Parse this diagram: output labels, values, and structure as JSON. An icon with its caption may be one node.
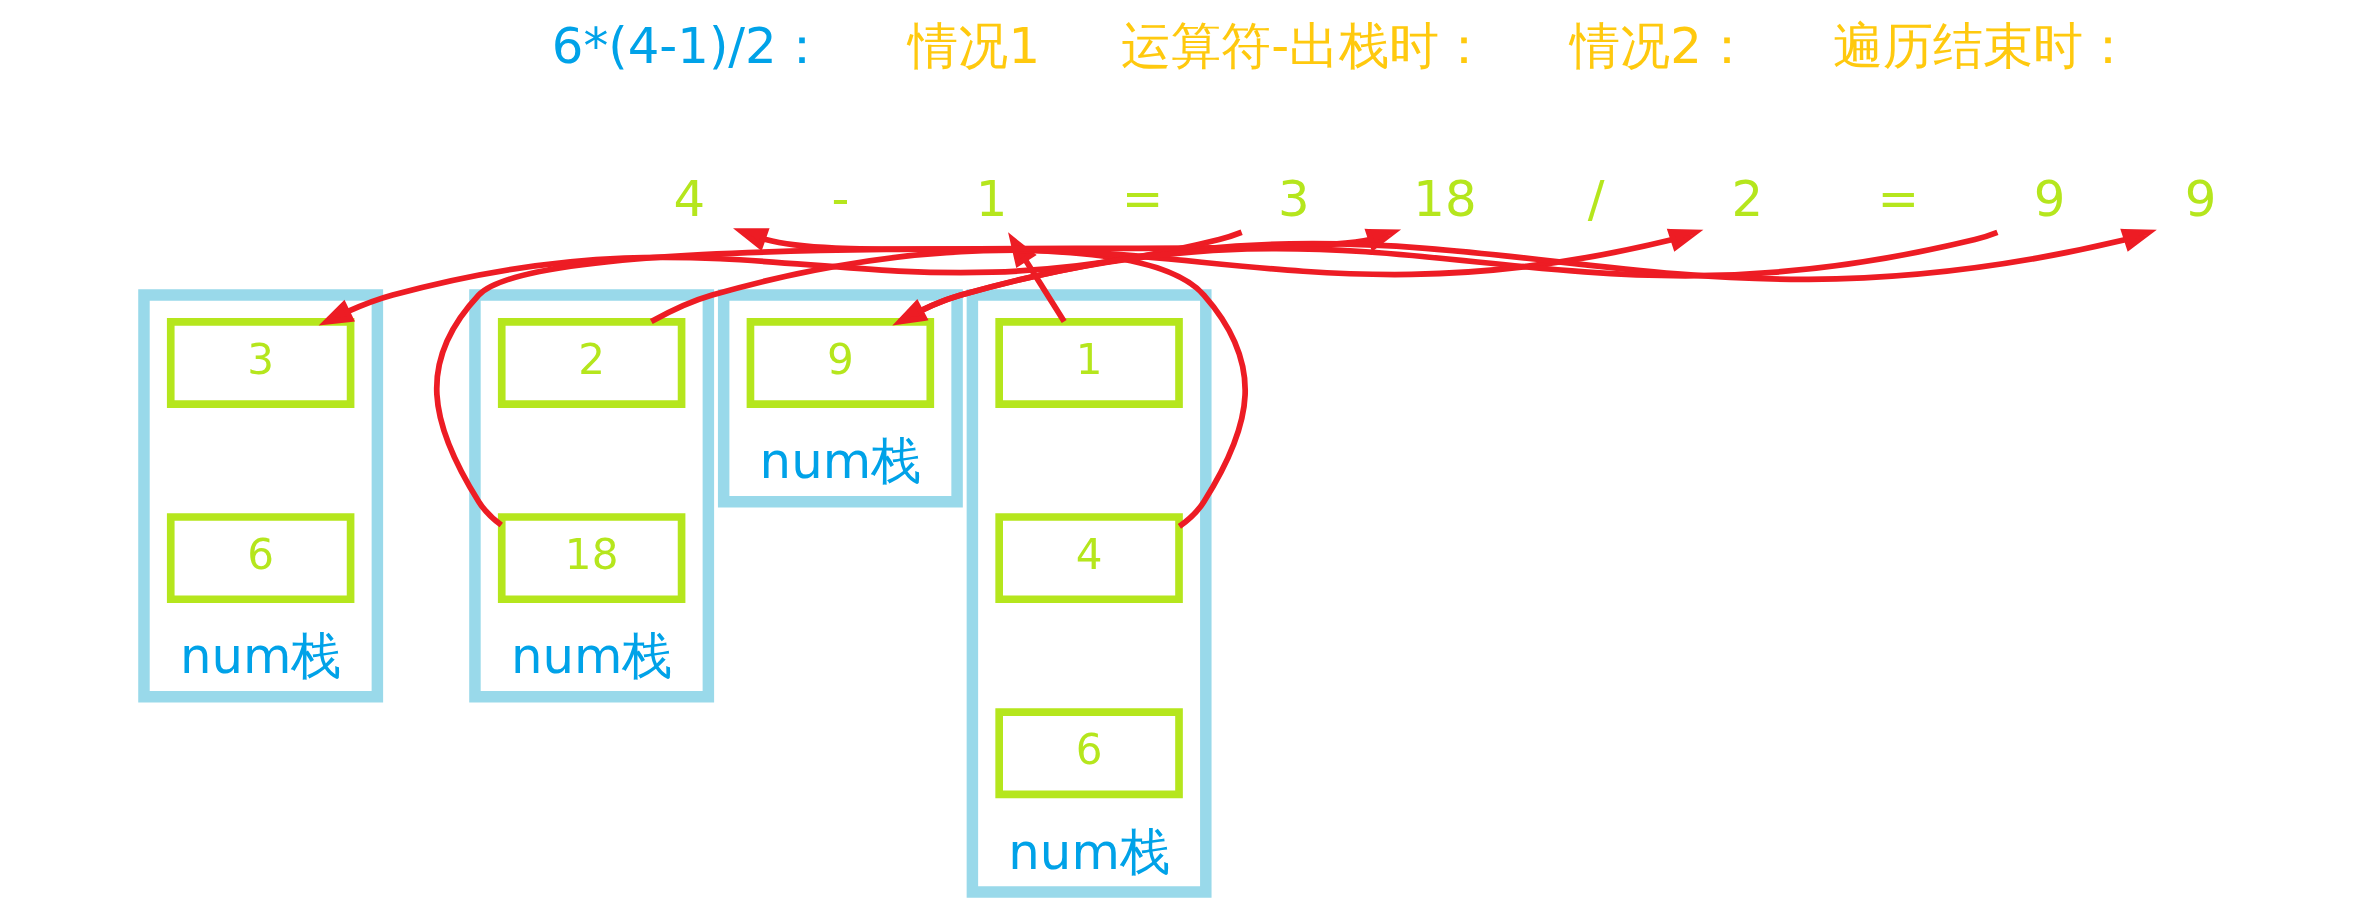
{
  "diagram": {
    "nodes": [
      {
        "text": [
          "num栈"
        ]
      },
      {
        "text": [
          "1"
        ],
        "in": 0
      },
      {
        "text": [
          "4"
        ],
        "in": 0
      },
      {
        "text": [
          "6"
        ],
        "in": 0
      },
      {
        "text": [
          "4"
        ]
      },
      {
        "text": [
          "1"
        ]
      },
      {
        "text": [
          "3"
        ]
      },
      {
        "text": [
          "num栈"
        ]
      },
      {
        "text": [
          "3"
        ],
        "in": 7
      },
      {
        "text": [
          "6"
        ],
        "in": 7
      },
      {
        "text": [
          "num栈"
        ]
      },
      {
        "text": [
          "2"
        ],
        "in": 10
      },
      {
        "text": [
          "18"
        ],
        "in": 10
      },
      {
        "text": [
          "18"
        ]
      },
      {
        "text": [
          "2"
        ]
      },
      {
        "text": [
          "9"
        ]
      },
      {
        "text": [
          "num栈"
        ]
      },
      {
        "text": [
          "9"
        ],
        "in": 16
      },
      {
        "text": [
          "9"
        ]
      }
    ],
    "edges": [
      {
        "from": 1,
        "to": 5,
        "arrow": "to"
      },
      {
        "from": 2,
        "to": 4,
        "arrow": "to"
      },
      {
        "from": 6,
        "to": 8,
        "arrow": "to"
      },
      {
        "from": 12,
        "to": 13,
        "arrow": "to"
      },
      {
        "from": 11,
        "to": 14,
        "arrow": "to"
      },
      {
        "from": 15,
        "to": 17,
        "arrow": "to"
      },
      {
        "from": 17,
        "to": 18,
        "arrow": "to"
      }
    ],
    "labels": [
      "6*(4-1)/2：",
      "情况1",
      "运算符-出栈时：",
      "-",
      "=",
      "情况2：",
      "遍历结束时：",
      "/",
      "="
    ]
  }
}
